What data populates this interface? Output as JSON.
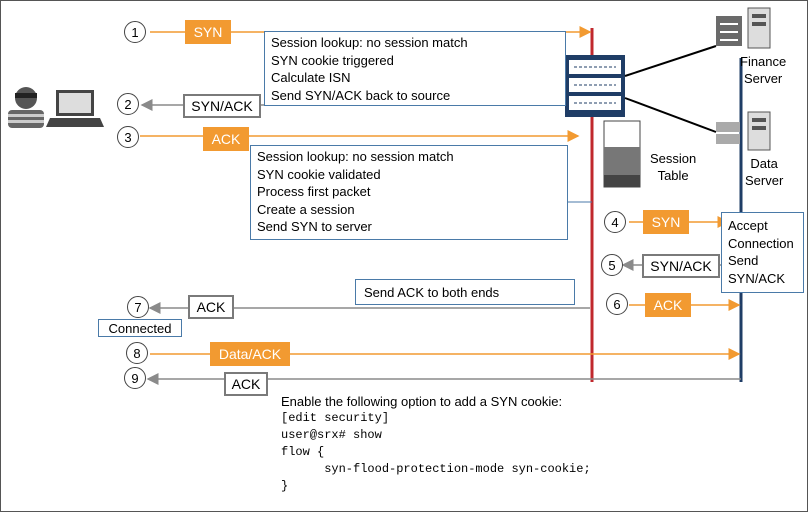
{
  "steps": [
    {
      "num": "1",
      "label": "SYN"
    },
    {
      "num": "2",
      "label": "SYN/ACK"
    },
    {
      "num": "3",
      "label": "ACK"
    },
    {
      "num": "4",
      "label": "SYN"
    },
    {
      "num": "5",
      "label": "SYN/ACK"
    },
    {
      "num": "6",
      "label": "ACK"
    },
    {
      "num": "7",
      "label": "ACK"
    },
    {
      "num": "8",
      "label": "Data/ACK"
    },
    {
      "num": "9",
      "label": "ACK"
    }
  ],
  "notes": {
    "syn": [
      "Session lookup: no session match",
      "SYN cookie triggered",
      "Calculate ISN",
      "Send SYN/ACK back to source"
    ],
    "ack": [
      "Session lookup: no session match",
      "SYN cookie validated",
      "Process first packet",
      "Create a session",
      "Send SYN to server"
    ],
    "server": [
      "Accept",
      "Connection",
      "Send",
      "SYN/ACK"
    ],
    "send_ack": "Send ACK to both ends"
  },
  "connected_label": "Connected",
  "session_table": {
    "line1": "Session",
    "line2": "Table"
  },
  "servers": {
    "finance": {
      "line1": "Finance",
      "line2": "Server"
    },
    "data": {
      "line1": "Data",
      "line2": "Server"
    }
  },
  "config": {
    "intro": "Enable the following option to add a SYN cookie:",
    "lines": [
      "[edit security]",
      "user@srx# show",
      "flow {",
      "      syn-flood-protection-mode syn-cookie;",
      "",
      "}"
    ]
  },
  "colors": {
    "orange": "#f29a31",
    "firewall_line": "#c0282d",
    "server_line": "#1f3d66",
    "gray_arrow": "#8a8a8a"
  },
  "icons": [
    "attacker-icon",
    "laptop-icon",
    "firewall-icon",
    "switch-icon",
    "server-icon",
    "session-table-icon"
  ]
}
